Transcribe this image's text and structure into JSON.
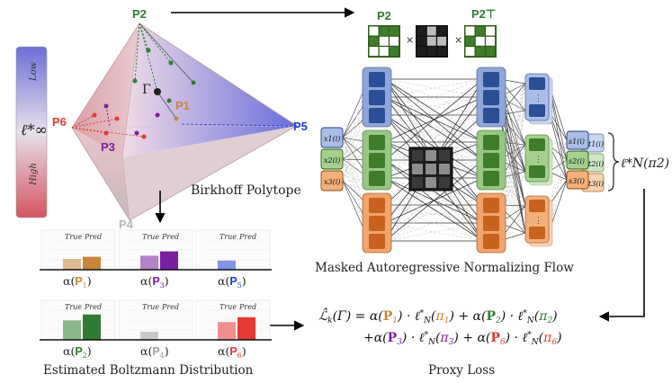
{
  "colors": {
    "green": "#2e7d32",
    "purple": "#7b1fa2",
    "blue": "#1f3fd6",
    "red": "#e53935",
    "orange": "#c9853a",
    "gray": "#9e9e9e"
  },
  "polytope": {
    "title": "Birkhoff Polytope",
    "gamma": "Γ",
    "vertices": {
      "p1": "P1",
      "p2": "P2",
      "p3": "P3",
      "p4": "P4",
      "p5": "P5",
      "p6": "P6"
    }
  },
  "colorbar": {
    "low": "Low",
    "high": "High",
    "symbol": "ℓ*∞"
  },
  "flow": {
    "title": "Masked Autoregressive Normalizing Flow",
    "matrix_left": "P2",
    "matrix_right": "P2⊤",
    "times": "×",
    "inputs": [
      "x1(i)",
      "x2(i)",
      "x3(i)"
    ],
    "outputs_s": [
      "s1(i)",
      "s2(i)",
      "s3(i)"
    ],
    "outputs_t": [
      "t1(i)",
      "t2(i)",
      "t3(i)"
    ],
    "loss_label": "ℓ*N(π2)"
  },
  "boltzmann": {
    "title": "Estimated Boltzmann Distribution",
    "legend_true": "True",
    "legend_pred": "Pred",
    "panels": [
      {
        "label": "α(P1)",
        "color": "#c9853a",
        "true": 0.2,
        "pred": 0.24
      },
      {
        "label": "α(P3)",
        "color": "#7b1fa2",
        "true": 0.26,
        "pred": 0.34
      },
      {
        "label": "α(P5)",
        "color": "#1f3fd6",
        "true": 0.17,
        "pred": 0.0
      },
      {
        "label": "α(P2)",
        "color": "#2e7d32",
        "true": 0.36,
        "pred": 0.47
      },
      {
        "label": "α(P4)",
        "color": "#9e9e9e",
        "true": 0.15,
        "pred": 0.0
      },
      {
        "label": "α(P6)",
        "color": "#e53935",
        "true": 0.33,
        "pred": 0.42
      }
    ]
  },
  "proxy_loss": {
    "title": "Proxy Loss",
    "line1": "L̂k(Γ) = α(P1) · ℓ*N(π1) + α(P2) · ℓ*N(π2)",
    "line2": "+α(P3) · ℓ*N(π3) + α(P6) · ℓ*N(π6)"
  }
}
